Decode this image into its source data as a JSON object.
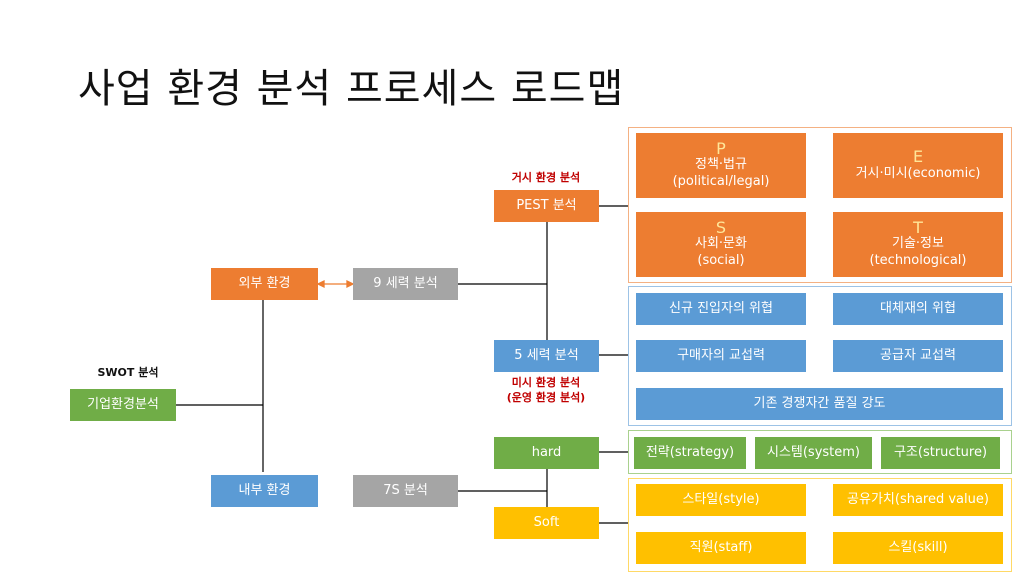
{
  "title": "사업 환경 분석 프로세스 로드맵",
  "labels": {
    "swot": "SWOT 분석",
    "macro": "거시 환경 분석",
    "micro_1": "미시 환경 분석",
    "micro_2": "(운영 환경 분석)"
  },
  "nodes": {
    "enterprise": "기업환경분석",
    "external": "외부 환경",
    "internal": "내부 환경",
    "nine_forces": "9 세력 분석",
    "seven_s": "7S 분석",
    "pest": "PEST 분석",
    "five_forces": "5 세력 분석",
    "hard": "hard",
    "soft": "Soft"
  },
  "pest": [
    {
      "letter": "P",
      "line1": "정책·법규",
      "line2": "(political/legal)"
    },
    {
      "letter": "E",
      "line1": "거시·미시(economic)"
    },
    {
      "letter": "S",
      "line1": "사회·문화",
      "line2": "(social)"
    },
    {
      "letter": "T",
      "line1": "기술·정보",
      "line2": "(technological)"
    }
  ],
  "five_forces_items": [
    "신규 진입자의 위협",
    "대체재의 위협",
    "구매자의 교섭력",
    "공급자 교섭력",
    "기존 경쟁자간 품질 강도"
  ],
  "hard_items": [
    "전략(strategy)",
    "시스템(system)",
    "구조(structure)"
  ],
  "soft_items": [
    "스타일(style)",
    "공유가치(shared value)",
    "직원(staff)",
    "스킬(skill)"
  ],
  "colors": {
    "orange": "#ed7d31",
    "blue": "#5b9bd5",
    "gray": "#a5a5a5",
    "green": "#70ad47",
    "gold": "#ffc000",
    "red_text": "#c00000"
  }
}
